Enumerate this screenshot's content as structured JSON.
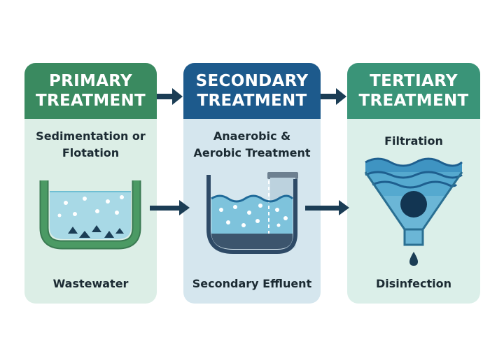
{
  "stages": [
    {
      "title_line1": "PRIMARY",
      "title_line2": "TREATMENT",
      "process_line1": "Sedimentation or",
      "process_line2": "Flotation",
      "output": "Wastewater"
    },
    {
      "title_line1": "SECONDARY",
      "title_line2": "TREATMENT",
      "process_line1": "Anaerobic &",
      "process_line2": "Aerobic Treatment",
      "output": "Secondary Effluent"
    },
    {
      "title_line1": "TERTIARY",
      "title_line2": "TREATMENT",
      "process_line1": "Filtration",
      "output": "Disinfection"
    }
  ],
  "colors": {
    "primary": "#3a8a60",
    "secondary": "#1d5a8c",
    "tertiary": "#3a9478",
    "arrow": "#1b3d55"
  },
  "icons": [
    "sedimentation-tank-icon",
    "bioreactor-tank-icon",
    "filter-funnel-icon",
    "arrow-right-icon"
  ]
}
